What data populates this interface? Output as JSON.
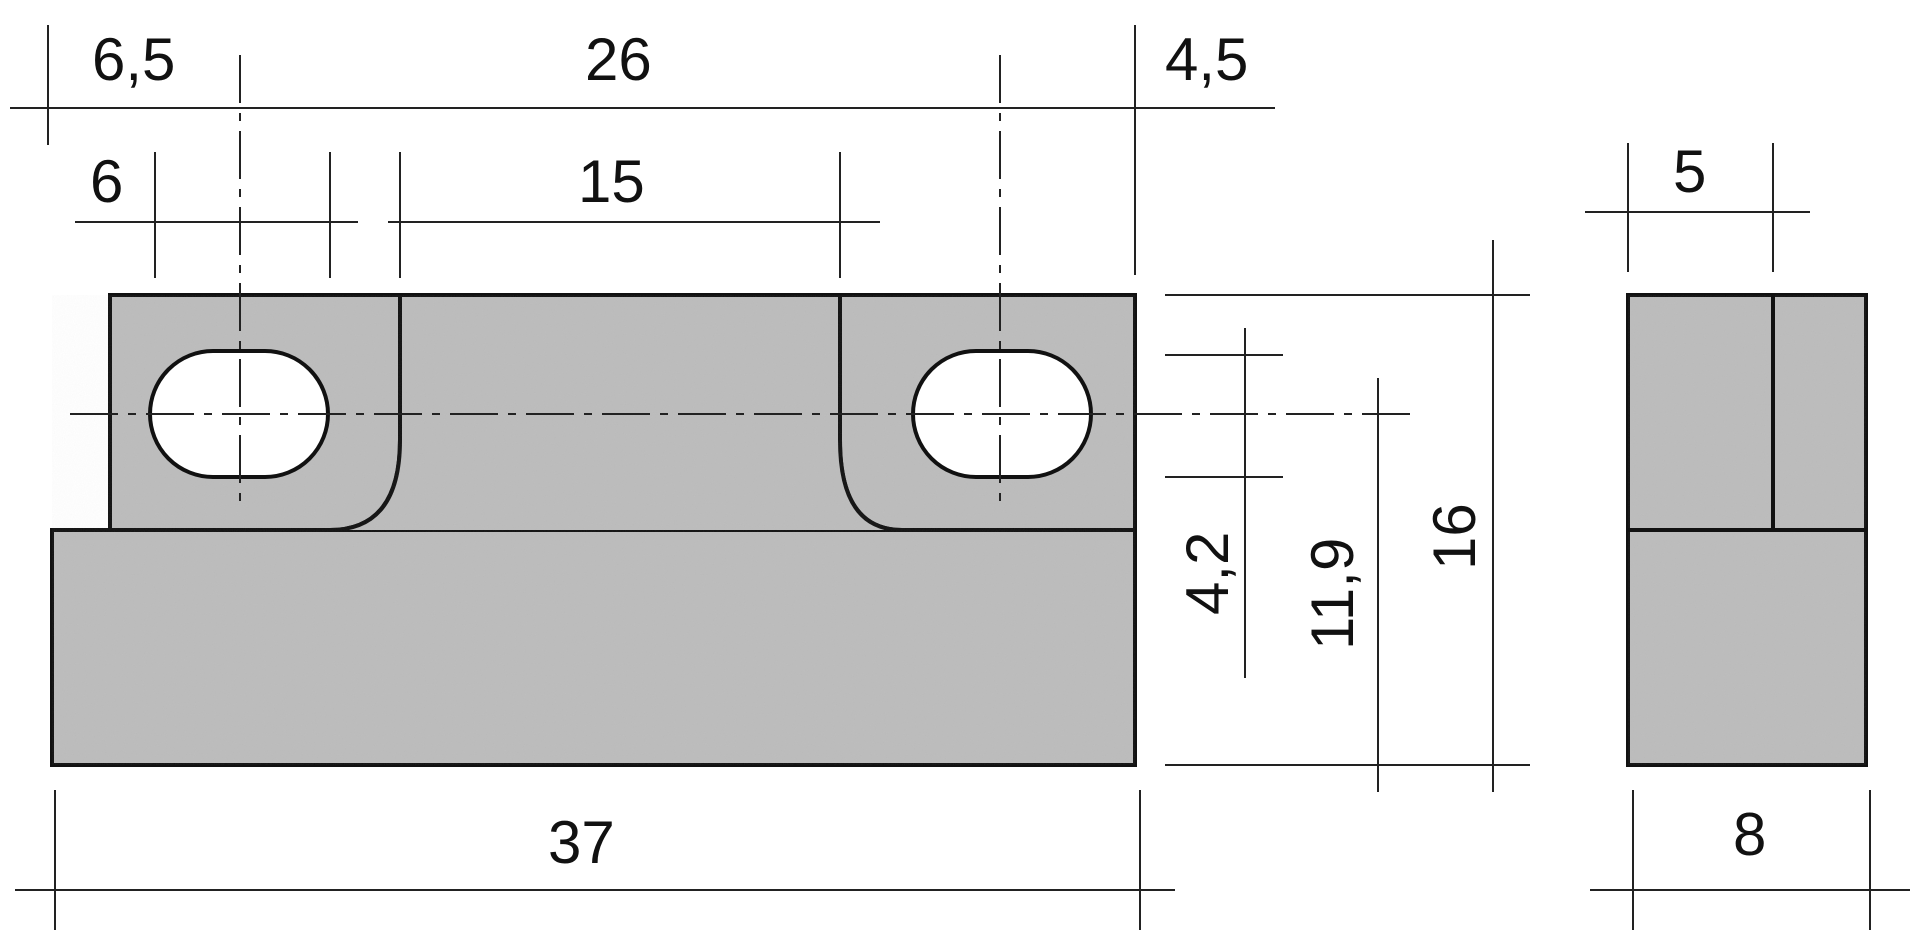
{
  "dimensions": {
    "left_offset": "6,5",
    "hole_spacing": "26",
    "right_offset": "4,5",
    "slot_width": "6",
    "gap_width": "15",
    "side_step_width": "5",
    "slot_height": "4,2",
    "hole_center_height": "11,9",
    "total_height": "16",
    "total_length": "37",
    "side_total_width": "8"
  },
  "colors": {
    "part_fill": "#bcbcbc",
    "outline": "#111111",
    "dimension_line": "#222222"
  }
}
